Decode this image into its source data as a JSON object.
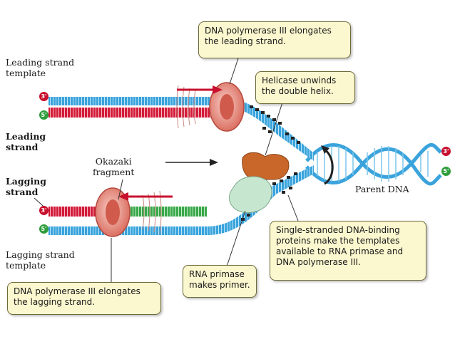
{
  "labels": {
    "leading_template": "Leading strand\ntemplate",
    "leading_strand": "Leading\nstrand",
    "okazaki": "Okazaki\nfragment",
    "lagging_strand": "Lagging\nstrand",
    "lagging_template": "Lagging strand\ntemplate",
    "parent_dna": "Parent DNA"
  },
  "callouts": {
    "pol3_leading": "DNA polymerase III elongates\nthe leading strand.",
    "helicase": "Helicase unwinds\nthe double helix.",
    "ssb": "Single-stranded DNA-binding\nproteins make the templates\navailable to RNA primase and\nDNA polymerase III.",
    "primase": "RNA primase\nmakes primer.",
    "pol3_lagging": "DNA polymerase III elongates\nthe lagging strand."
  },
  "end_marks": {
    "leading_top": "3'",
    "leading_bottom": "5'",
    "lagging_top": "3'",
    "lagging_bottom": "5'",
    "parent_top": "3'",
    "parent_bottom": "5'"
  },
  "colors": {
    "template_strand": "#3aa3dc",
    "new_strand_red": "#d21c3a",
    "okazaki_green": "#3aa84a",
    "polymerase": "#e88f84",
    "helicase": "#c9662a",
    "primase": "#c6e6cf",
    "callout_fill": "#fbf7cf"
  }
}
